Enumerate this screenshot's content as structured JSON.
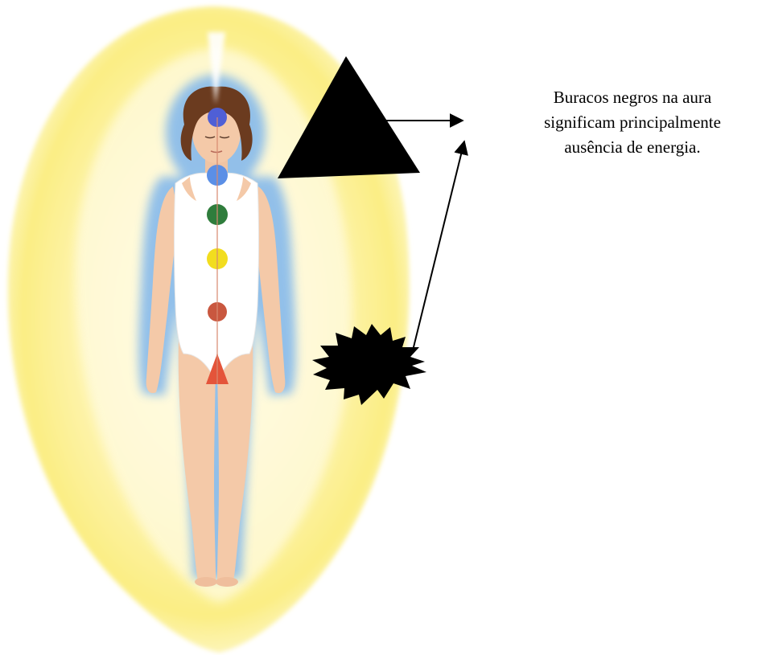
{
  "caption": {
    "lines": [
      "Buracos negros na aura",
      "significam principalmente",
      "ausência de energia."
    ]
  },
  "colors": {
    "aura_outer": "#fbf3a0",
    "aura_inner": "#fff8cf",
    "body_glow": "#7fb6ec",
    "skin": "#f4c9a8",
    "swimsuit": "#ffffff",
    "hair": "#6b3b1f",
    "hole": "#000000",
    "chakras": [
      "#4f5fd6",
      "#5b8fe6",
      "#2f7d3c",
      "#f2dd1f",
      "#c9573f",
      "#e4543a"
    ]
  },
  "shapes": {
    "triangle": "black-hole-triangle",
    "starburst": "black-hole-starburst"
  }
}
